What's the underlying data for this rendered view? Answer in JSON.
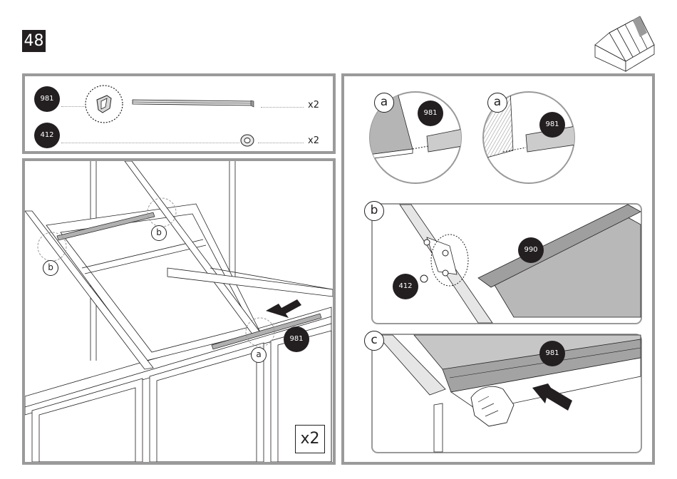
{
  "step_number": "48",
  "parts": [
    {
      "id": "981",
      "quantity": "x2"
    },
    {
      "id": "412",
      "quantity": "x2"
    }
  ],
  "main_view": {
    "detail_labels": [
      "b",
      "b",
      "a"
    ],
    "part_label": "981",
    "repeat": "x2"
  },
  "detail_a1": {
    "letter": "a",
    "part": "981"
  },
  "detail_a2": {
    "letter": "a",
    "part": "981"
  },
  "detail_b": {
    "letter": "b",
    "part_bar": "990",
    "part_nut": "412"
  },
  "detail_c": {
    "letter": "c",
    "part": "981"
  },
  "colors": {
    "badge": "#231f20",
    "frame": "#9a9a9a",
    "panel": "#c8c8c8"
  },
  "icons": [
    "greenhouse-thumbnail-icon",
    "arrow-icon",
    "hand-icon",
    "nut-icon"
  ]
}
